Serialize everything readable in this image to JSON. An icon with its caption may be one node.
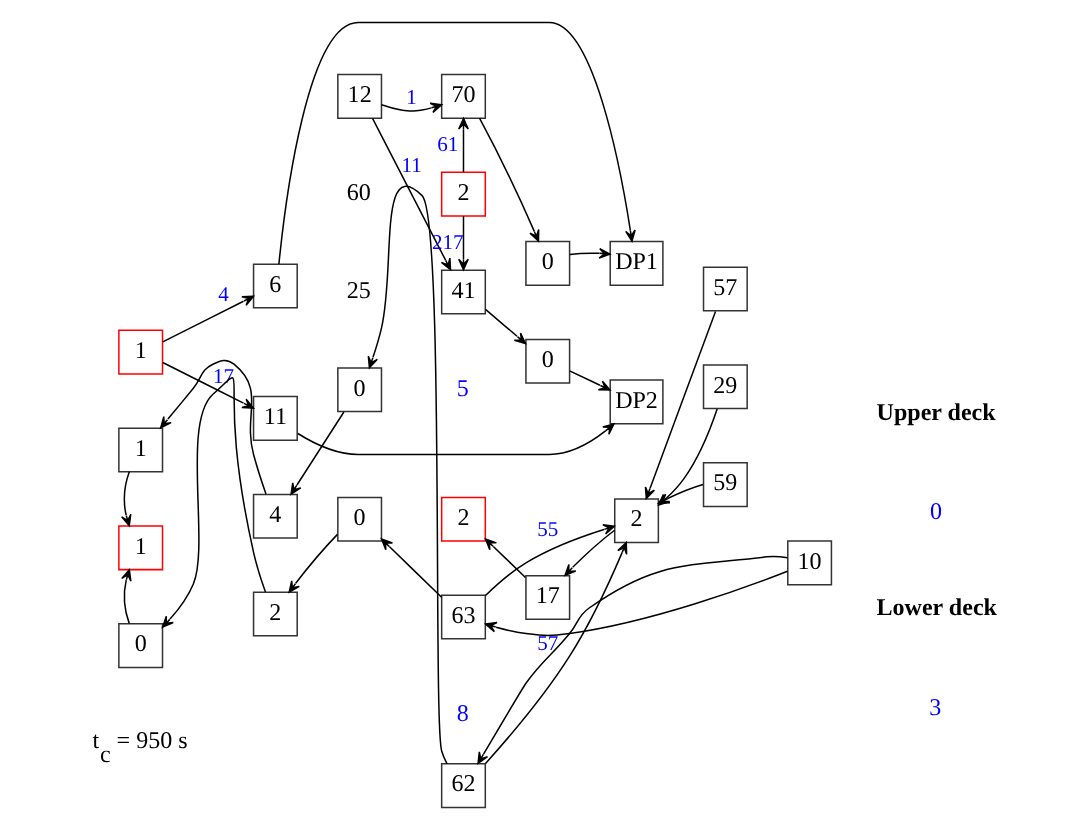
{
  "diagram": {
    "nodes": [
      {
        "text": [
          "1"
        ]
      },
      {
        "text": [
          "6"
        ]
      },
      {
        "text": [
          "11"
        ]
      },
      {
        "text": [
          "12"
        ]
      },
      {
        "text": [
          "70"
        ]
      },
      {
        "text": [
          "2"
        ]
      },
      {
        "text": [
          "41"
        ]
      },
      {
        "text": [
          "0"
        ]
      },
      {
        "text": [
          "DP1"
        ]
      },
      {
        "text": [
          "0"
        ]
      },
      {
        "text": [
          "DP2"
        ]
      },
      {
        "text": [
          "1"
        ]
      },
      {
        "text": [
          "4"
        ]
      },
      {
        "text": [
          "0"
        ]
      },
      {
        "text": [
          "62"
        ]
      },
      {
        "text": [
          "1"
        ]
      },
      {
        "text": [
          "2"
        ]
      },
      {
        "text": [
          "17"
        ]
      },
      {
        "text": [
          "2"
        ]
      },
      {
        "text": [
          "57"
        ]
      },
      {
        "text": [
          "29"
        ]
      },
      {
        "text": [
          "10"
        ]
      },
      {
        "text": [
          "0"
        ]
      },
      {
        "text": [
          "2"
        ]
      },
      {
        "text": [
          "0"
        ]
      },
      {
        "text": [
          "63"
        ]
      },
      {
        "text": [
          "59"
        ]
      }
    ],
    "edges": [
      {
        "from": 0,
        "to": 1,
        "arrow": "to",
        "label": "4"
      },
      {
        "from": 0,
        "to": 2,
        "arrow": "to",
        "label": "17"
      },
      {
        "from": 1,
        "to": 8,
        "arrow": "to"
      },
      {
        "from": 2,
        "to": 10,
        "arrow": "to"
      },
      {
        "from": 3,
        "to": 4,
        "arrow": "to",
        "label": "1"
      },
      {
        "from": 3,
        "to": 6,
        "arrow": "to",
        "label": "11"
      },
      {
        "from": 5,
        "to": 4,
        "arrow": "to",
        "label": "61"
      },
      {
        "from": 5,
        "to": 6,
        "arrow": "to",
        "label": "217"
      },
      {
        "from": 4,
        "to": 7,
        "arrow": "to"
      },
      {
        "from": 7,
        "to": 8,
        "arrow": "to"
      },
      {
        "from": 6,
        "to": 9,
        "arrow": "to"
      },
      {
        "from": 9,
        "to": 10,
        "arrow": "to"
      },
      {
        "from": 14,
        "to": 13,
        "arrow": "to"
      },
      {
        "from": 13,
        "to": 12,
        "arrow": "to"
      },
      {
        "from": 12,
        "to": 11,
        "arrow": "to"
      },
      {
        "from": 11,
        "to": 15,
        "arrow": "to"
      },
      {
        "from": 22,
        "to": 15,
        "arrow": "to"
      },
      {
        "from": 23,
        "to": 22,
        "arrow": "to"
      },
      {
        "from": 24,
        "to": 23,
        "arrow": "to"
      },
      {
        "from": 25,
        "to": 24,
        "arrow": "to"
      },
      {
        "from": 14,
        "to": 18,
        "arrow": "to",
        "label": "57"
      },
      {
        "from": 25,
        "to": 18,
        "arrow": "to",
        "label": "55"
      },
      {
        "from": 19,
        "to": 18,
        "arrow": "to"
      },
      {
        "from": 20,
        "to": 18,
        "arrow": "to"
      },
      {
        "from": 26,
        "to": 18,
        "arrow": "to"
      },
      {
        "from": 18,
        "to": 17,
        "arrow": "to"
      },
      {
        "from": 17,
        "to": 16,
        "arrow": "to"
      },
      {
        "from": 21,
        "to": 14,
        "arrow": "to"
      },
      {
        "from": 21,
        "to": 25,
        "arrow": "to"
      }
    ],
    "labels": [
      "60",
      "25",
      "Upper deck",
      "5",
      "0",
      "Lower deck",
      "8",
      "3",
      "t$_{c}$ = 950 s"
    ]
  }
}
